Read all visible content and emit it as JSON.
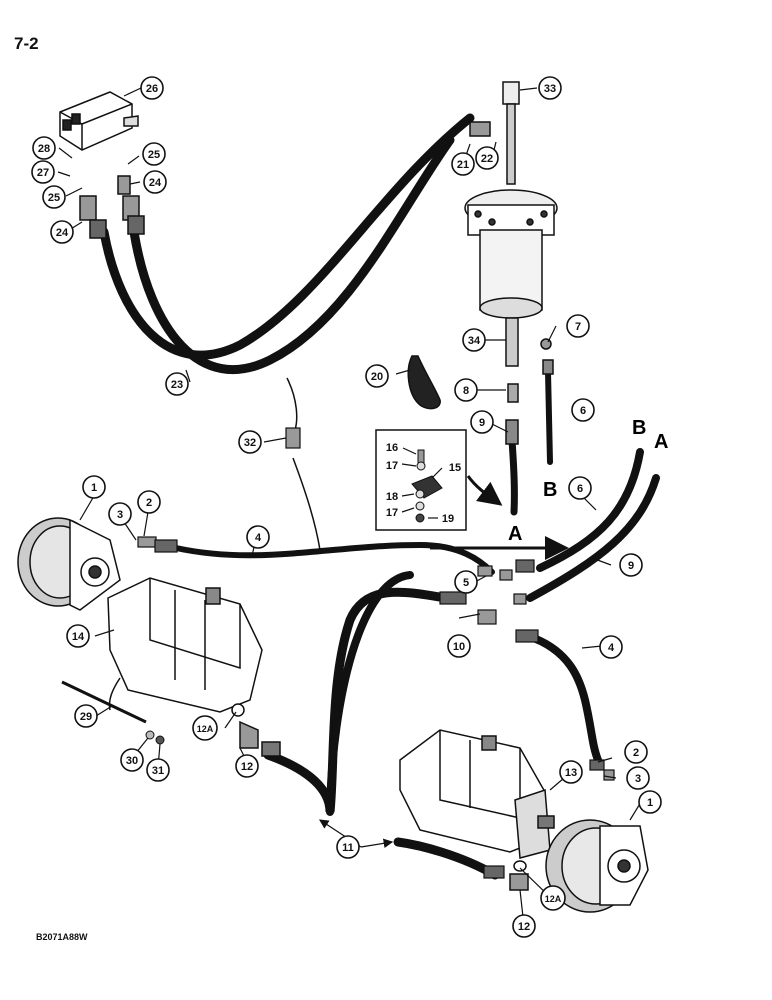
{
  "page_number": "7-2",
  "figure_ref": "B2071A88W",
  "callouts": {
    "c1a": "1",
    "c1b": "1",
    "c2a": "2",
    "c2b": "2",
    "c3a": "3",
    "c3b": "3",
    "c4a": "4",
    "c4b": "4",
    "c5": "5",
    "c6a": "6",
    "c6b": "6",
    "c7": "7",
    "c8": "8",
    "c9a": "9",
    "c9b": "9",
    "c10": "10",
    "c11": "11",
    "c12a": "12",
    "c12b": "12",
    "c12Aa": "12A",
    "c12Ab": "12A",
    "c13": "13",
    "c14": "14",
    "c15": "15",
    "c16": "16",
    "c17a": "17",
    "c17b": "17",
    "c18": "18",
    "c19": "19",
    "c20": "20",
    "c21": "21",
    "c22": "22",
    "c23": "23",
    "c24a": "24",
    "c24b": "24",
    "c25a": "25",
    "c25b": "25",
    "c26": "26",
    "c27": "27",
    "c28": "28",
    "c29": "29",
    "c30": "30",
    "c31": "31",
    "c32": "32",
    "c33": "33",
    "c34": "34"
  },
  "letters": {
    "A_top": "A",
    "B_top": "B",
    "A_hose": "A",
    "B_hose": "B"
  }
}
